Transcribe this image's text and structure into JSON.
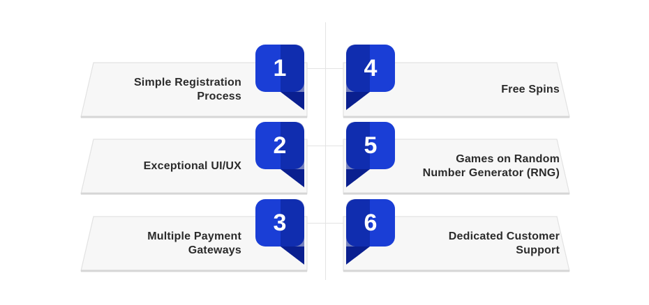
{
  "colors": {
    "badge_main": "#1a3ed6",
    "badge_dark": "#0a1f8f",
    "card_fill": "#f7f7f7",
    "card_border": "#e2e2e2",
    "text": "#2b2b2b"
  },
  "features": [
    {
      "number": "1",
      "line1": "Simple Registration",
      "line2": "Process"
    },
    {
      "number": "2",
      "line1": "Exceptional UI/UX",
      "line2": ""
    },
    {
      "number": "3",
      "line1": "Multiple Payment",
      "line2": "Gateways"
    },
    {
      "number": "4",
      "line1": "Free Spins",
      "line2": ""
    },
    {
      "number": "5",
      "line1": "Games on Random",
      "line2": "Number Generator (RNG)"
    },
    {
      "number": "6",
      "line1": "Dedicated Customer",
      "line2": "Support"
    }
  ]
}
